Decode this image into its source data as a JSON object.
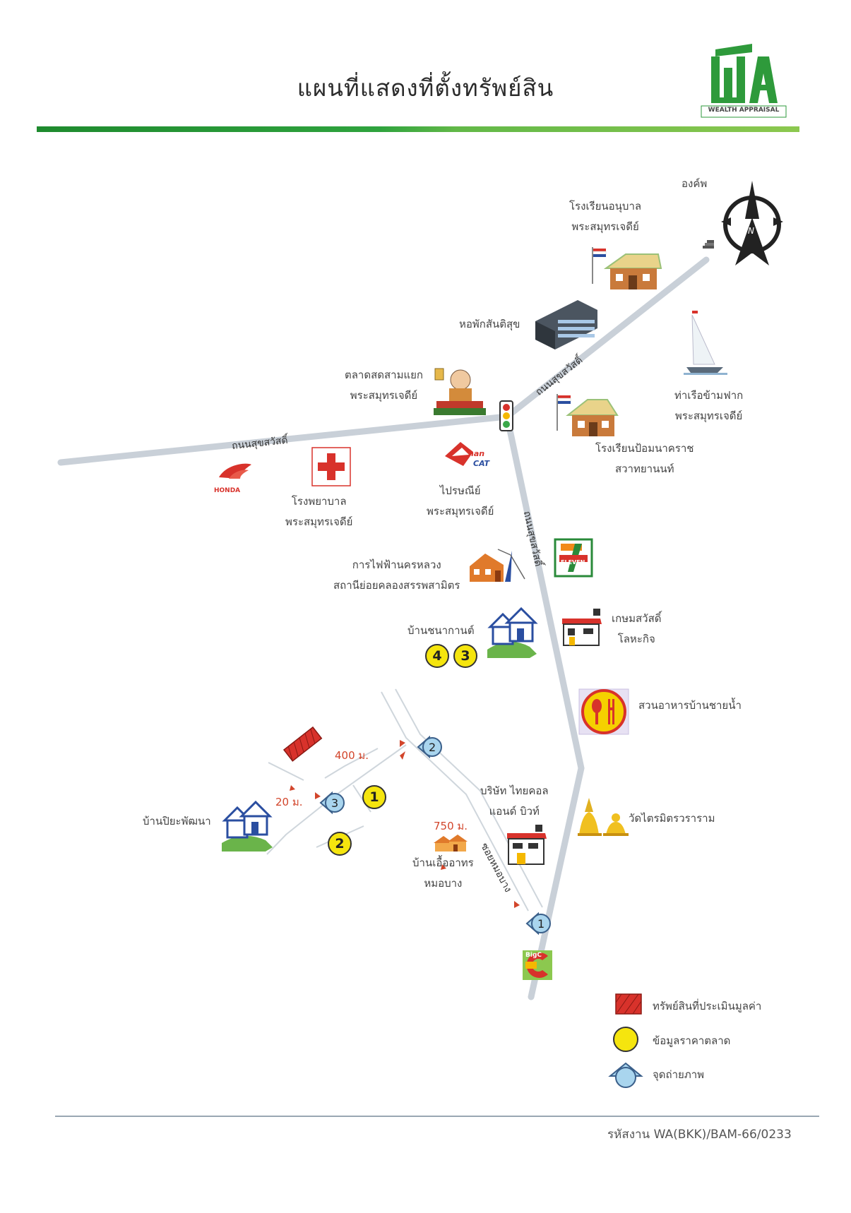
{
  "header": {
    "title": "แผนที่แสดงที่ตั้งทรัพย์สิน",
    "logo_text": "WEALTH APPRAISAL"
  },
  "roads": {
    "sukhumvit_a": "ถนนสุขสวัสดิ์",
    "sukhumvit_b": "ถนนสุขสวัสดิ์",
    "sukhumvit_c": "ถนนสุขสวัสดิ์",
    "soi": "ซอยหมอบาง"
  },
  "landmarks": {
    "ongkhapho": "องค์พ",
    "school_kinder_1": "โรงเรียนอนุบาล",
    "school_kinder_2": "พระสมุทรเจดีย์",
    "dorm": "หอพักสันติสุข",
    "market_1": "ตลาดสดสามแยก",
    "market_2": "พระสมุทรเจดีย์",
    "pier_1": "ท่าเรือข้ามฟาก",
    "pier_2": "พระสมุทรเจดีย์",
    "school_2_1": "โรงเรียนป้อมนาคราช",
    "school_2_2": "สวาทยานนท์",
    "hospital_1": "โรงพยาบาล",
    "hospital_2": "พระสมุทรเจดีย์",
    "post_1": "ไปรษณีย์",
    "post_2": "พระสมุทรเจดีย์",
    "post_logo": "CAT",
    "post_logo_small": "nan",
    "honda": "HONDA",
    "elec_1": "การไฟฟ้านครหลวง",
    "elec_2": "สถานีย่อยคลองสรรพสามิตร",
    "seven": "ELEVEN",
    "chanakan": "บ้านชนากานต์",
    "kasem_1": "เกษมสวัสดิ์",
    "kasem_2": "โลหะกิจ",
    "restaurant": "สวนอาหารบ้านชายน้ำ",
    "company_1": "บริษัท ไทยคอล",
    "company_2": "แอนด์ บิวท์",
    "wat": "วัดไตรมิตรวราราม",
    "piyapat": "บ้านปิยะพัฒนา",
    "ua_1": "บ้านเอื้ออาทร",
    "ua_2": "หมอบาง",
    "bigc": "BigC"
  },
  "distances": {
    "d400": "400 ม.",
    "d20": "20 ม.",
    "d750": "750 ม."
  },
  "market_points": [
    "1",
    "2",
    "3",
    "4"
  ],
  "photo_points": [
    "1",
    "2",
    "3"
  ],
  "legend": {
    "property": "ทรัพย์สินที่ประเมินมูลค่า",
    "market": "ข้อมูลราคาตลาด",
    "photo": "จุดถ่ายภาพ"
  },
  "footer": {
    "code": "รหัสงาน WA(BKK)/BAM-66/0233"
  },
  "colors": {
    "green_bar": "#2fa33e",
    "road": "#c9d0d8",
    "marker_yellow": "#f5e50e",
    "photo_blue": "#a9d5ee",
    "property_red": "#d8322b",
    "distance_red": "#d2452b"
  }
}
